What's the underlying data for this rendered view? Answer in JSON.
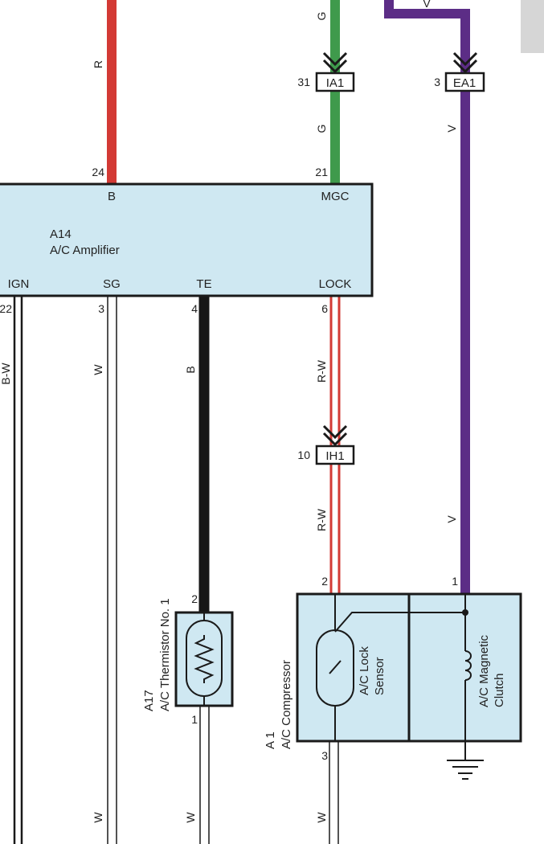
{
  "colors": {
    "red": "#d33a35",
    "green": "#3f9a4c",
    "violet": "#5c2d86",
    "black": "#161616",
    "box_fill": "#cfe8f2",
    "stroke": "#1a1a1a",
    "gray_tab": "#d6d6d6"
  },
  "wires": {
    "r_top": "R",
    "g_top": "G",
    "g_mid": "G",
    "v_top": "V",
    "v_mid": "V",
    "v_low": "V",
    "bw": "B-W",
    "w_sg": "W",
    "b_te": "B",
    "rw_upper": "R-W",
    "rw_lower": "R-W",
    "w_bottom_1": "W",
    "w_bottom_2": "W",
    "w_bottom_3": "W"
  },
  "connectors": {
    "ia1": {
      "label": "IA1",
      "pin": "31"
    },
    "ea1": {
      "label": "EA1",
      "pin": "3"
    },
    "ih1": {
      "label": "IH1",
      "pin": "10"
    }
  },
  "amplifier": {
    "code": "A14",
    "name": "A/C Amplifier",
    "terminals": {
      "b": "B",
      "mgc": "MGC",
      "ign": "IGN",
      "sg": "SG",
      "te": "TE",
      "lock": "LOCK"
    },
    "pins": {
      "b": "24",
      "mgc": "21",
      "ign": "22",
      "sg": "3",
      "te": "4",
      "lock": "6"
    }
  },
  "thermistor": {
    "code": "A17",
    "name": "A/C Thermistor No. 1",
    "pins": {
      "top": "2",
      "bottom": "1"
    }
  },
  "compressor": {
    "code": "A 1",
    "name": "A/C Compressor",
    "lock_sensor": [
      "A/C Lock",
      "Sensor"
    ],
    "magnetic_clutch": [
      "A/C Magnetic",
      "Clutch"
    ],
    "pins": {
      "lock": "2",
      "clutch": "1",
      "bottom": "3"
    }
  }
}
